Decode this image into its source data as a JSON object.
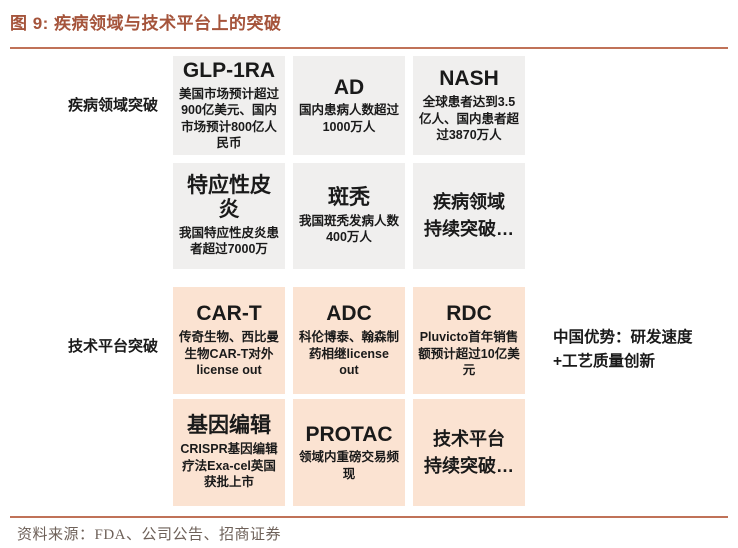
{
  "title": "图 9:  疾病领域与技术平台上的突破",
  "source": "资料来源：FDA、公司公告、招商证券",
  "side_note": {
    "line1": "中国优势：研发速度",
    "line2": "+工艺质量创新"
  },
  "colors": {
    "accent": "#A5543B",
    "rule": "#C07258",
    "disease_card_bg": "#F0EFEE",
    "tech_card_bg": "#FBE3D2",
    "body_text": "#1A1A1A",
    "source_text": "#6E6159"
  },
  "sections": [
    {
      "label": "疾病领域突破",
      "boxes": [
        {
          "title": "GLP-1RA",
          "desc": "美国市场预计超过900亿美元、国内市场预计800亿人民币"
        },
        {
          "title": "AD",
          "desc": "国内患病人数超过1000万人"
        },
        {
          "title": "NASH",
          "desc": "全球患者达到3.5亿人、国内患者超过3870万人"
        },
        {
          "title": "特应性皮炎",
          "desc": "我国特应性皮炎患者超过7000万"
        },
        {
          "title": "斑秃",
          "desc": "我国斑秃发病人数400万人"
        },
        {
          "line1": "疾病领域",
          "line2": "持续突破…"
        }
      ]
    },
    {
      "label": "技术平台突破",
      "boxes": [
        {
          "title": "CAR-T",
          "desc": "传奇生物、西比曼生物CAR-T对外license out"
        },
        {
          "title": "ADC",
          "desc": "科伦博泰、翰森制药相继license out"
        },
        {
          "title": "RDC",
          "desc": "Pluvicto首年销售额预计超过10亿美元"
        },
        {
          "title": "基因编辑",
          "desc": "CRISPR基因编辑疗法Exa-cel英国获批上市"
        },
        {
          "title": "PROTAC",
          "desc": "领域内重磅交易频现"
        },
        {
          "line1": "技术平台",
          "line2": "持续突破…"
        }
      ]
    }
  ]
}
